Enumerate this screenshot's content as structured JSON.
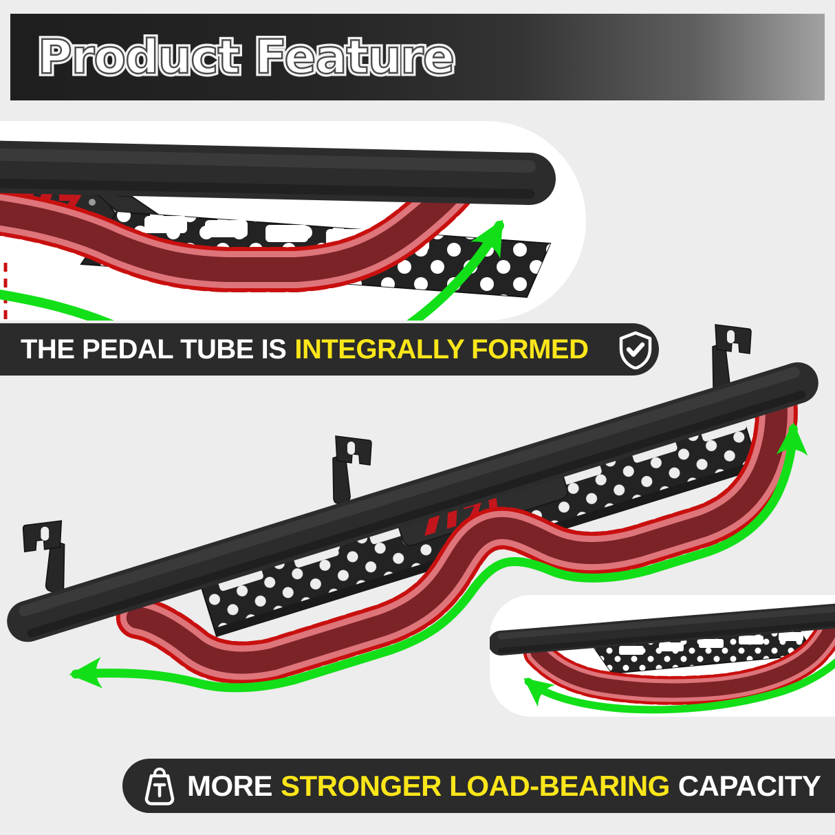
{
  "page": {
    "background_color": "#ededed"
  },
  "header": {
    "title": "Product Feature"
  },
  "feature_banner": {
    "text": "THE PEDAL TUBE IS",
    "highlight": "INTEGRALLY FORMED",
    "icon": "shield-check-icon",
    "background_color": "#2b2b2b",
    "highlight_color": "#fae619"
  },
  "capacity_banner": {
    "prefix": "MORE",
    "highlight": "STRONGER LOAD-BEARING",
    "suffix": "CAPACITY",
    "icon": "weight-icon",
    "background_color": "#2b2b2b",
    "highlight_color": "#fae619"
  },
  "annotation_colors": {
    "bar_tube": "#2c2c2c",
    "pedal_tube_core": "#7c2328",
    "pedal_tube_glow": "#e0838b",
    "pedal_tube_dashed_outline": "#c8100f",
    "direction_arrow": "#12df18"
  }
}
